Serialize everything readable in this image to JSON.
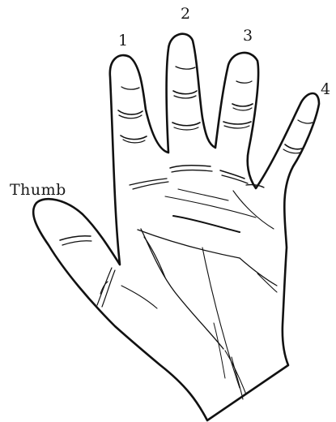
{
  "labels": {
    "thumb": "Thumb",
    "finger_1": "1",
    "finger_2": "2",
    "finger_3": "3",
    "finger_4": "4"
  },
  "colors": {
    "outline": "#111111",
    "creases": "#222222",
    "background": "#ffffff"
  }
}
